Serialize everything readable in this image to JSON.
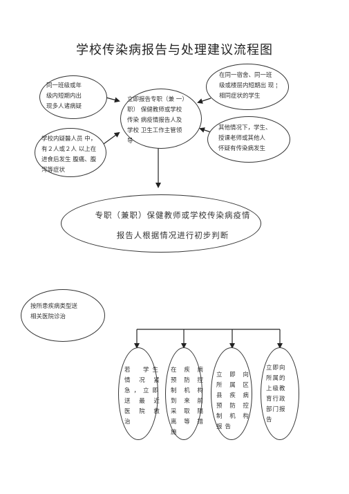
{
  "title": "学校传染病报告与处理建议流程图",
  "top_left": "同一班级或年\n级内短期内出\n现多人诸病疑",
  "top_right": "在同一宿舍、同一班\n级或楼层内短期出 现 ¦\n相同症状的学生",
  "center": "立即报告专职（兼 一）\n职） 保健教师或学校\n传染 病疫情报告人及\n学校 卫生工作主管领\n导",
  "left_mid": "学校内疑醫人员 中，\n有２人或２人 以上在\n进食后发生 腹痛、腹\n泻等症状",
  "right_mid": "其他情况下，学生、\n授课老师或其他人\n怀疑有传染病发生",
  "main": {
    "line1": "专职（兼职）保健教师或学校传染病疫情",
    "line2": "报告人根据情况进行初步判断"
  },
  "hospital": "按所患疾病类型送\n相关医院诊治",
  "branches": [
    "若　学生\n情 况 紧\n急，立即\n送 最 近\n医 院 救\n治",
    "在 疾 病\n预 防 控\n制 机 构\n到 来 前\n采 取 隔\n离 等 措\n施",
    "立 即 向\n所 属 区\n县 疾 病\n预 防 控\n制 机 构\n报告",
    "立即向\n所属的\n上级教\n育行政\n部门报\n告"
  ]
}
